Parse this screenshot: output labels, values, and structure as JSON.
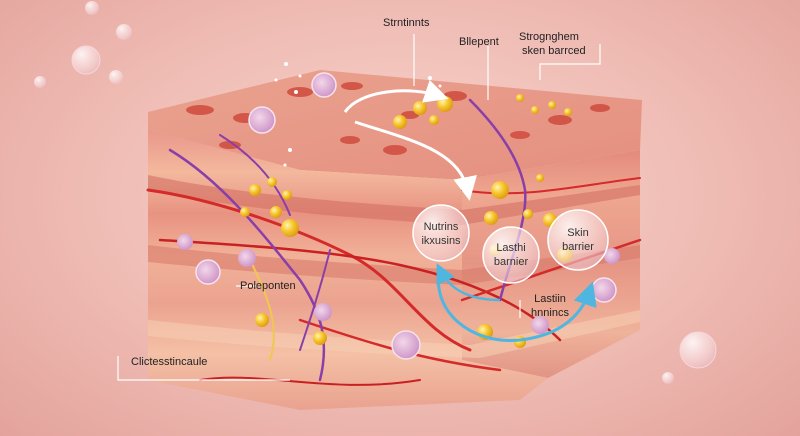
{
  "labels": {
    "top_left": "Strntinnts",
    "top_mid": "Bllepent",
    "top_right_1": "Strognghem",
    "top_right_2": "sken barrced",
    "left": "Poleponten",
    "bottom_left": "Clictesstincaule",
    "bubble_left_1": "Nutrins",
    "bubble_left_2": "ikxusins",
    "bubble_mid_1": "Lasthi",
    "bubble_mid_2": "barnier",
    "bubble_right_1": "Skin",
    "bubble_right_2": "barrier",
    "lower_right_1": "Lastiin",
    "lower_right_2": "hnnincs"
  },
  "colors": {
    "background": "#efbcb4",
    "skin_top": "#e89a8c",
    "layer_dark": "#d6756a",
    "layer_light": "#f2b59c",
    "vessel_red": "#d42a2a",
    "vessel_purple": "#8a3fa8",
    "nutrient_yellow": "#f5c12a",
    "flow_arrow": "#4fb6e0"
  }
}
